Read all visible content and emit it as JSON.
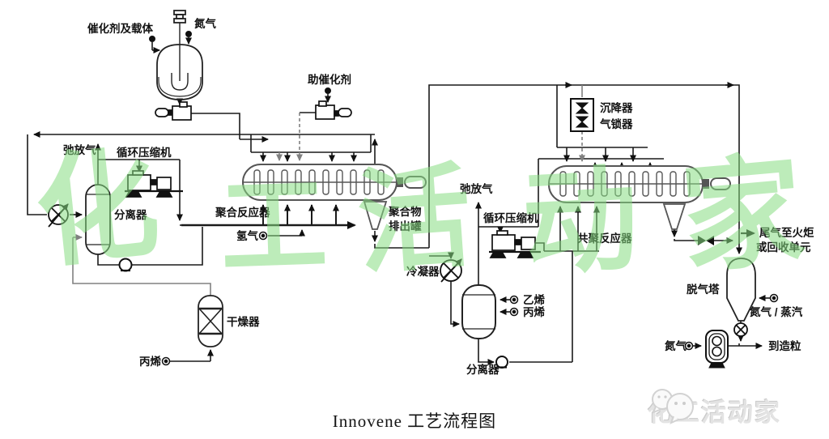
{
  "title": "Innovene 工艺流程图",
  "watermark": {
    "chars": [
      "化",
      "工",
      "活",
      "动",
      "家"
    ]
  },
  "logo": {
    "text": "化工活动家"
  },
  "labels": {
    "catalyst_carrier": "催化剂及载体",
    "nitrogen_top": "氮气",
    "cocatalyst": "助催化剂",
    "vent_gas_1": "弛放气",
    "recycle_compressor_1": "循环压缩机",
    "separator_1": "分离器",
    "polymerization_reactor": "聚合反应器",
    "hydrogen": "氢气",
    "polymer_tank_line1": "聚合物",
    "polymer_tank_line2": "排出罐",
    "settler": "沉降器",
    "gas_lock": "气锁器",
    "vent_gas_2": "弛放气",
    "recycle_compressor_2": "循环压缩机",
    "condenser": "冷凝器",
    "ethylene": "乙烯",
    "propylene_feed_2": "丙烯",
    "separator_2": "分离器",
    "copolymer_reactor": "共聚反应器",
    "tail_gas_line1": "尾气至火炬",
    "tail_gas_line2": "或回收单元",
    "degassing_tower": "脱气塔",
    "nitrogen_steam": "氮气 / 蒸汽",
    "dryer": "干燥器",
    "propylene_feed_1": "丙烯",
    "nitrogen_bottom": "氮气",
    "to_pelletizing": "到造粒"
  },
  "colors": {
    "line": "#1a1a1a",
    "gray": "#808080",
    "watermark": "#86dc82",
    "logo": "#e3e3e3"
  }
}
